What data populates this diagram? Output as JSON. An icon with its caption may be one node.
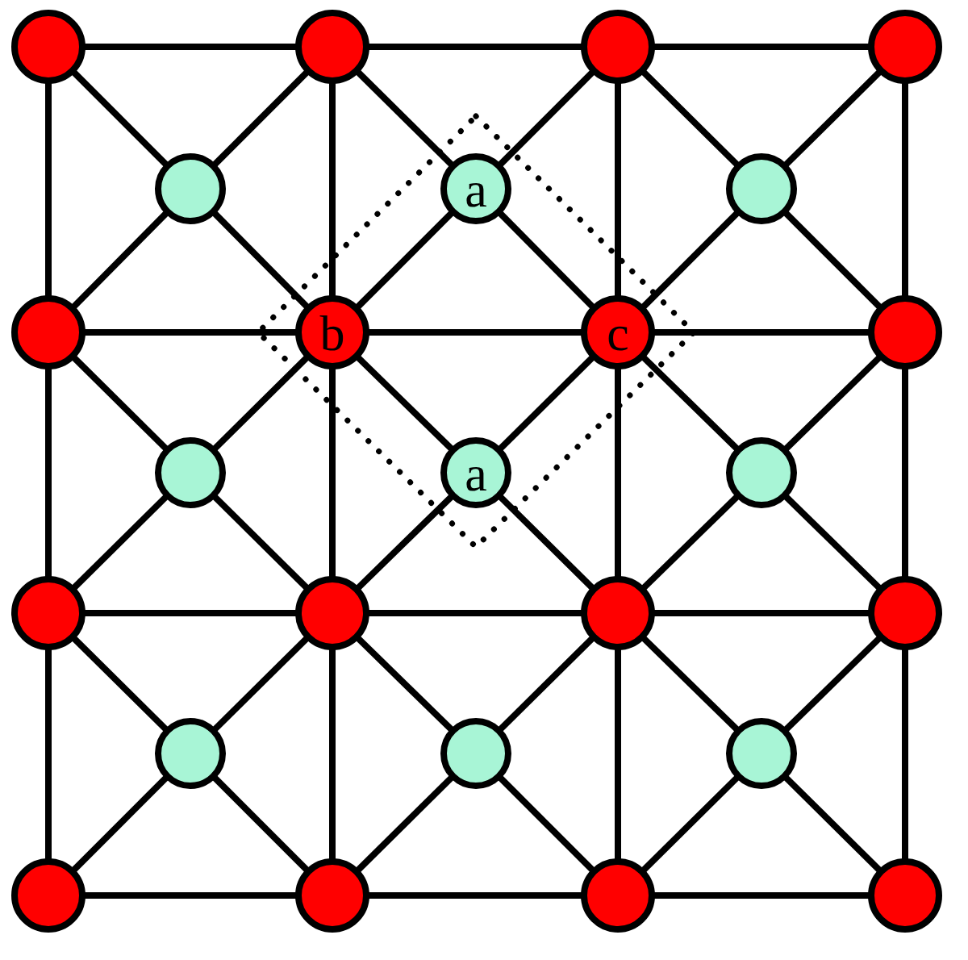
{
  "diagram": {
    "nodes": [
      {
        "text": [],
        "shape": "circle"
      },
      {
        "text": [],
        "shape": "circle"
      },
      {
        "text": [],
        "shape": "circle"
      },
      {
        "text": [],
        "shape": "circle"
      },
      {
        "text": [],
        "shape": "circle"
      },
      {
        "text": [
          "a"
        ]
      },
      {
        "text": [],
        "shape": "circle"
      },
      {
        "text": [],
        "shape": "circle"
      },
      {
        "text": [
          "b"
        ]
      },
      {
        "text": [
          "c"
        ]
      },
      {
        "text": [],
        "shape": "circle"
      },
      {
        "text": [],
        "shape": "circle"
      },
      {
        "text": [
          "a"
        ]
      },
      {
        "text": [],
        "shape": "circle"
      },
      {
        "text": [],
        "shape": "circle"
      },
      {
        "text": [],
        "shape": "circle"
      },
      {
        "text": [],
        "shape": "circle"
      },
      {
        "text": [],
        "shape": "circle"
      },
      {
        "text": [],
        "shape": "circle"
      },
      {
        "text": [],
        "shape": "circle"
      },
      {
        "text": [],
        "shape": "circle"
      },
      {
        "text": [],
        "shape": "circle"
      },
      {
        "text": [],
        "shape": "circle"
      },
      {
        "text": [],
        "shape": "circle"
      },
      {
        "text": [],
        "shape": "circle"
      }
    ],
    "edges": [
      {
        "from": 0,
        "to": 1,
        "arrow": "none"
      },
      {
        "from": 1,
        "to": 2,
        "arrow": "none"
      },
      {
        "from": 2,
        "to": 3,
        "arrow": "none"
      },
      {
        "from": 0,
        "to": 7,
        "arrow": "none"
      },
      {
        "from": 1,
        "to": 8,
        "arrow": "none"
      },
      {
        "from": 2,
        "to": 9,
        "arrow": "none"
      },
      {
        "from": 3,
        "to": 10,
        "arrow": "none"
      },
      {
        "from": 0,
        "to": 4,
        "arrow": "none"
      },
      {
        "from": 1,
        "to": 4,
        "arrow": "none"
      },
      {
        "from": 4,
        "to": 7,
        "arrow": "none"
      },
      {
        "from": 4,
        "to": 8,
        "arrow": "none"
      },
      {
        "from": 1,
        "to": 5,
        "arrow": "none"
      },
      {
        "from": 2,
        "to": 5,
        "arrow": "none"
      },
      {
        "from": 5,
        "to": 8,
        "arrow": "none"
      },
      {
        "from": 5,
        "to": 9,
        "arrow": "none"
      },
      {
        "from": 2,
        "to": 6,
        "arrow": "none"
      },
      {
        "from": 3,
        "to": 6,
        "arrow": "none"
      },
      {
        "from": 6,
        "to": 9,
        "arrow": "none"
      },
      {
        "from": 6,
        "to": 10,
        "arrow": "none"
      },
      {
        "from": 7,
        "to": 8,
        "arrow": "none"
      },
      {
        "from": 8,
        "to": 9,
        "arrow": "none"
      },
      {
        "from": 9,
        "to": 10,
        "arrow": "none"
      },
      {
        "from": 7,
        "to": 14,
        "arrow": "none"
      },
      {
        "from": 8,
        "to": 15,
        "arrow": "none"
      },
      {
        "from": 9,
        "to": 16,
        "arrow": "none"
      },
      {
        "from": 10,
        "to": 17,
        "arrow": "none"
      },
      {
        "from": 7,
        "to": 11,
        "arrow": "none"
      },
      {
        "from": 8,
        "to": 11,
        "arrow": "none"
      },
      {
        "from": 11,
        "to": 14,
        "arrow": "none"
      },
      {
        "from": 11,
        "to": 15,
        "arrow": "none"
      },
      {
        "from": 8,
        "to": 12,
        "arrow": "none"
      },
      {
        "from": 9,
        "to": 12,
        "arrow": "none"
      },
      {
        "from": 12,
        "to": 15,
        "arrow": "none"
      },
      {
        "from": 12,
        "to": 16,
        "arrow": "none"
      },
      {
        "from": 9,
        "to": 13,
        "arrow": "none"
      },
      {
        "from": 10,
        "to": 13,
        "arrow": "none"
      },
      {
        "from": 13,
        "to": 16,
        "arrow": "none"
      },
      {
        "from": 13,
        "to": 17,
        "arrow": "none"
      },
      {
        "from": 14,
        "to": 15,
        "arrow": "none"
      },
      {
        "from": 15,
        "to": 16,
        "arrow": "none"
      },
      {
        "from": 16,
        "to": 17,
        "arrow": "none"
      },
      {
        "from": 14,
        "to": 21,
        "arrow": "none"
      },
      {
        "from": 15,
        "to": 22,
        "arrow": "none"
      },
      {
        "from": 16,
        "to": 23,
        "arrow": "none"
      },
      {
        "from": 17,
        "to": 24,
        "arrow": "none"
      },
      {
        "from": 14,
        "to": 18,
        "arrow": "none"
      },
      {
        "from": 15,
        "to": 18,
        "arrow": "none"
      },
      {
        "from": 18,
        "to": 21,
        "arrow": "none"
      },
      {
        "from": 18,
        "to": 22,
        "arrow": "none"
      },
      {
        "from": 15,
        "to": 19,
        "arrow": "none"
      },
      {
        "from": 16,
        "to": 19,
        "arrow": "none"
      },
      {
        "from": 19,
        "to": 22,
        "arrow": "none"
      },
      {
        "from": 19,
        "to": 23,
        "arrow": "none"
      },
      {
        "from": 16,
        "to": 20,
        "arrow": "none"
      },
      {
        "from": 17,
        "to": 20,
        "arrow": "none"
      },
      {
        "from": 20,
        "to": 23,
        "arrow": "none"
      },
      {
        "from": 20,
        "to": 24,
        "arrow": "none"
      },
      {
        "from": 21,
        "to": 22,
        "arrow": "none"
      },
      {
        "from": 22,
        "to": 23,
        "arrow": "none"
      },
      {
        "from": 23,
        "to": 24,
        "arrow": "none"
      }
    ]
  }
}
